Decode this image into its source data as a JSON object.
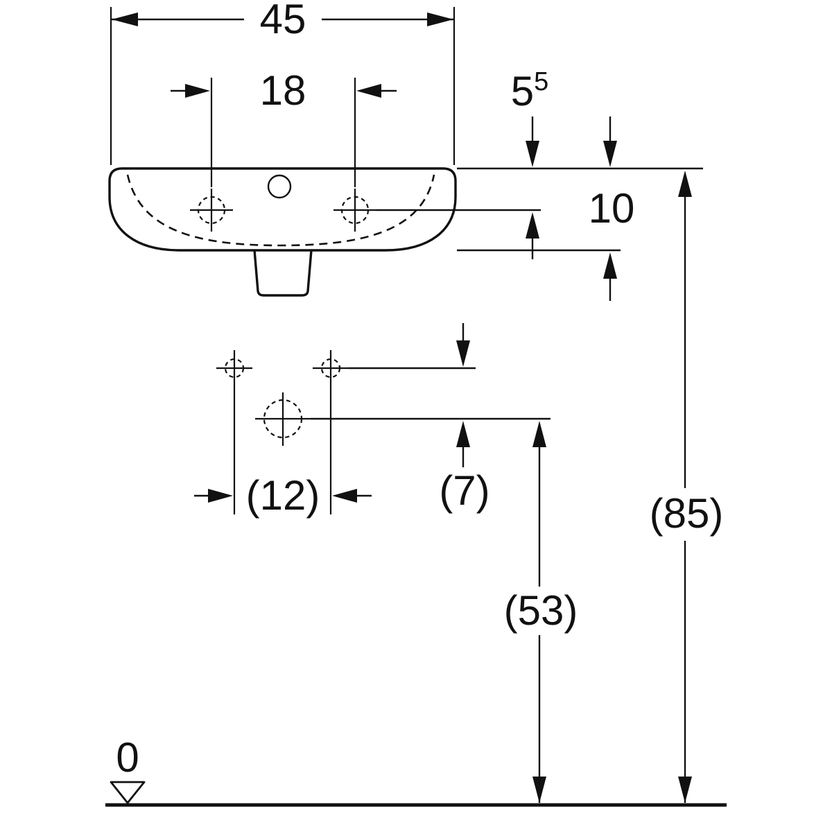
{
  "page": {
    "background": "#ffffff",
    "line_color": "#111111"
  },
  "dimensions": {
    "overall_width": "45",
    "tap_hole_spacing": "18",
    "tap_hole_depth": {
      "base": "5",
      "sup": "5"
    },
    "rim_height": "10",
    "fixing_hole_spacing": "(12)",
    "fixing_to_outlet": "(7)",
    "outlet_height": "(53)",
    "overall_height": "(85)",
    "datum": "0"
  }
}
